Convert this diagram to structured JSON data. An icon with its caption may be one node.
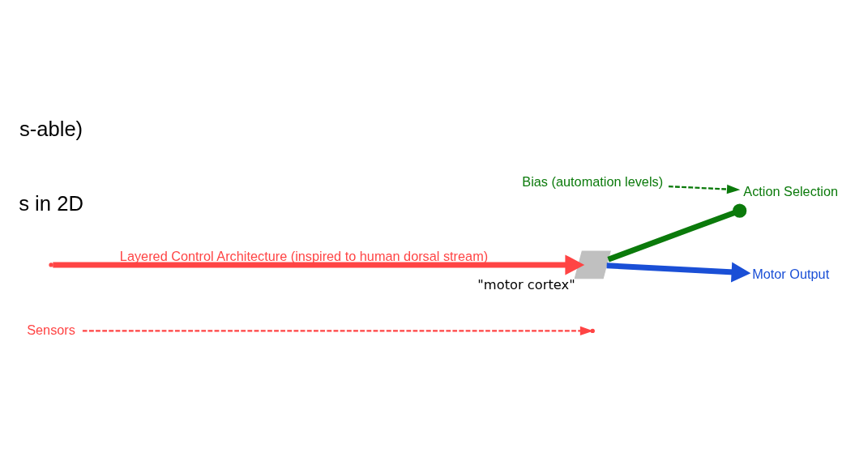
{
  "diagram": {
    "nodes": [
      {
        "text": [
          "Sensors"
        ]
      },
      {
        "text": [],
        "shape": "parallelogram",
        "beside": [
          "\"motor cortex\""
        ]
      },
      {
        "text": [
          "Action Selection"
        ]
      },
      {
        "text": [
          "Bias (automation levels)"
        ]
      },
      {
        "text": [
          "Motor Output"
        ]
      }
    ],
    "edges": [
      {
        "from": 0,
        "to": null,
        "arrow": "to",
        "style": "dashed",
        "color": "#ff4444"
      },
      {
        "from": null,
        "to": 1,
        "arrow": "to",
        "color": "#ff4444",
        "label": "Layered Control Architecture (inspired to human dorsal stream)"
      },
      {
        "from": 1,
        "to": 2,
        "arrow": "other",
        "color": "#0b7a0b"
      },
      {
        "from": 3,
        "to": 2,
        "arrow": "to",
        "style": "dashed",
        "color": "#0b7a0b"
      },
      {
        "from": 1,
        "to": 4,
        "arrow": "to",
        "color": "#1a4fd6"
      }
    ],
    "labels": [
      "s in 2D",
      "s-able)"
    ]
  }
}
